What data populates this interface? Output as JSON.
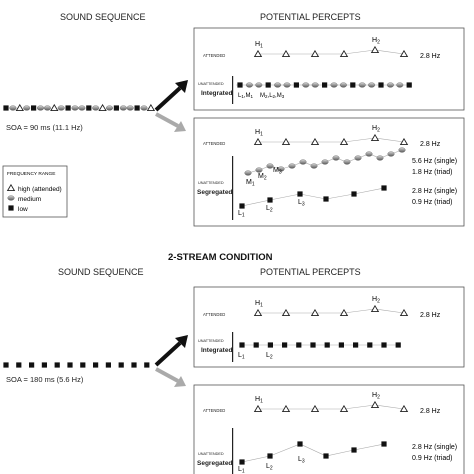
{
  "top": {
    "sequence_title": "SOUND SEQUENCE",
    "percepts_title": "POTENTIAL PERCEPTS",
    "soa": "SOA = 90 ms (11.1 Hz)",
    "box1": {
      "attended_label": "ATTENDED",
      "attended_rate": "2.8 Hz",
      "h1": "H",
      "h1_sub": "1",
      "h2": "H",
      "h2_sub": "2",
      "unattended_label": "UNATTENDED",
      "integrated_label": "Integrated",
      "l1": "L",
      "l1_sub": "1",
      "m1": "M",
      "m1_sub": "1",
      "m2": "M",
      "m2_sub": "2",
      "l2": "L",
      "l2_sub": "2",
      "m3": "M",
      "m3_sub": "3",
      "sep": ","
    },
    "box2": {
      "attended_label": "ATTENDED",
      "attended_rate": "2.8 Hz",
      "h1": "H",
      "h1_sub": "1",
      "h2": "H",
      "h2_sub": "2",
      "m1": "M",
      "m1_sub": "1",
      "m2": "M",
      "m2_sub": "2",
      "m3": "M",
      "m3_sub": "3",
      "medium_rate_single": "5.6 Hz (single)",
      "medium_rate_triad": "1.8 Hz (triad)",
      "unattended_label": "UNATTENDED",
      "segregated_label": "Segregated",
      "l1": "L",
      "l1_sub": "1",
      "l2": "L",
      "l2_sub": "2",
      "l3": "L",
      "l3_sub": "3",
      "low_rate_single": "2.8 Hz (single)",
      "low_rate_triad": "0.9 Hz (triad)"
    }
  },
  "legend": {
    "title": "FREQUENCY RANGE",
    "high": "high (attended)",
    "medium": "medium",
    "low": "low"
  },
  "bottom": {
    "condition_title": "2-STREAM CONDITION",
    "sequence_title": "SOUND SEQUENCE",
    "percepts_title": "POTENTIAL PERCEPTS",
    "soa": "SOA = 180 ms (5.6 Hz)",
    "box1": {
      "attended_label": "ATTENDED",
      "attended_rate": "2.8 Hz",
      "h1": "H",
      "h1_sub": "1",
      "h2": "H",
      "h2_sub": "2",
      "unattended_label": "UNATTENDED",
      "integrated_label": "Integrated",
      "l1": "L",
      "l1_sub": "1",
      "l2": "L",
      "l2_sub": "2"
    },
    "box2": {
      "attended_label": "ATTENDED",
      "attended_rate": "2.8 Hz",
      "h1": "H",
      "h1_sub": "1",
      "h2": "H",
      "h2_sub": "2",
      "unattended_label": "UNATTENDED",
      "segregated_label": "Segregated",
      "l1": "L",
      "l1_sub": "1",
      "l2": "L",
      "l2_sub": "2",
      "l3": "L",
      "l3_sub": "3",
      "low_rate_single": "2.8 Hz (single)",
      "low_rate_triad": "0.9 Hz (triad)"
    }
  }
}
